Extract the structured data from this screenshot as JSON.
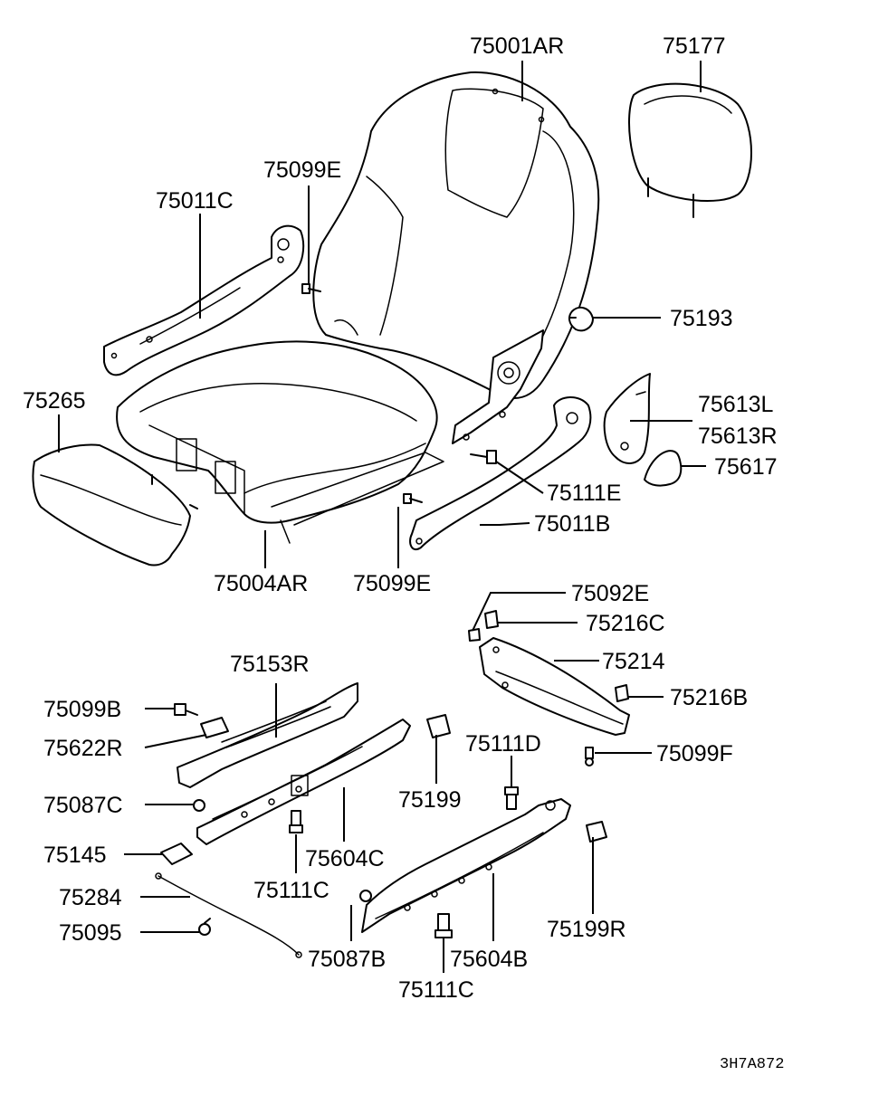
{
  "labels": {
    "p75001AR": "75001AR",
    "p75177": "75177",
    "p75099E_top": "75099E",
    "p75011C": "75011C",
    "p75193": "75193",
    "p75265": "75265",
    "p75613L": "75613L",
    "p75613R": "75613R",
    "p75617": "75617",
    "p75111E": "75111E",
    "p75011B": "75011B",
    "p75004AR": "75004AR",
    "p75099E_bottom": "75099E",
    "p75092E": "75092E",
    "p75216C": "75216C",
    "p75214": "75214",
    "p75216B": "75216B",
    "p75099F": "75099F",
    "p75153R": "75153R",
    "p75099B": "75099B",
    "p75622R": "75622R",
    "p75111D": "75111D",
    "p75087C": "75087C",
    "p75199": "75199",
    "p75145": "75145",
    "p75604C": "75604C",
    "p75111C_mid": "75111C",
    "p75284": "75284",
    "p75095": "75095",
    "p75087B": "75087B",
    "p75604B": "75604B",
    "p75199R": "75199R",
    "p75111C_bottom": "75111C"
  },
  "diagram_code": "3H7A872"
}
